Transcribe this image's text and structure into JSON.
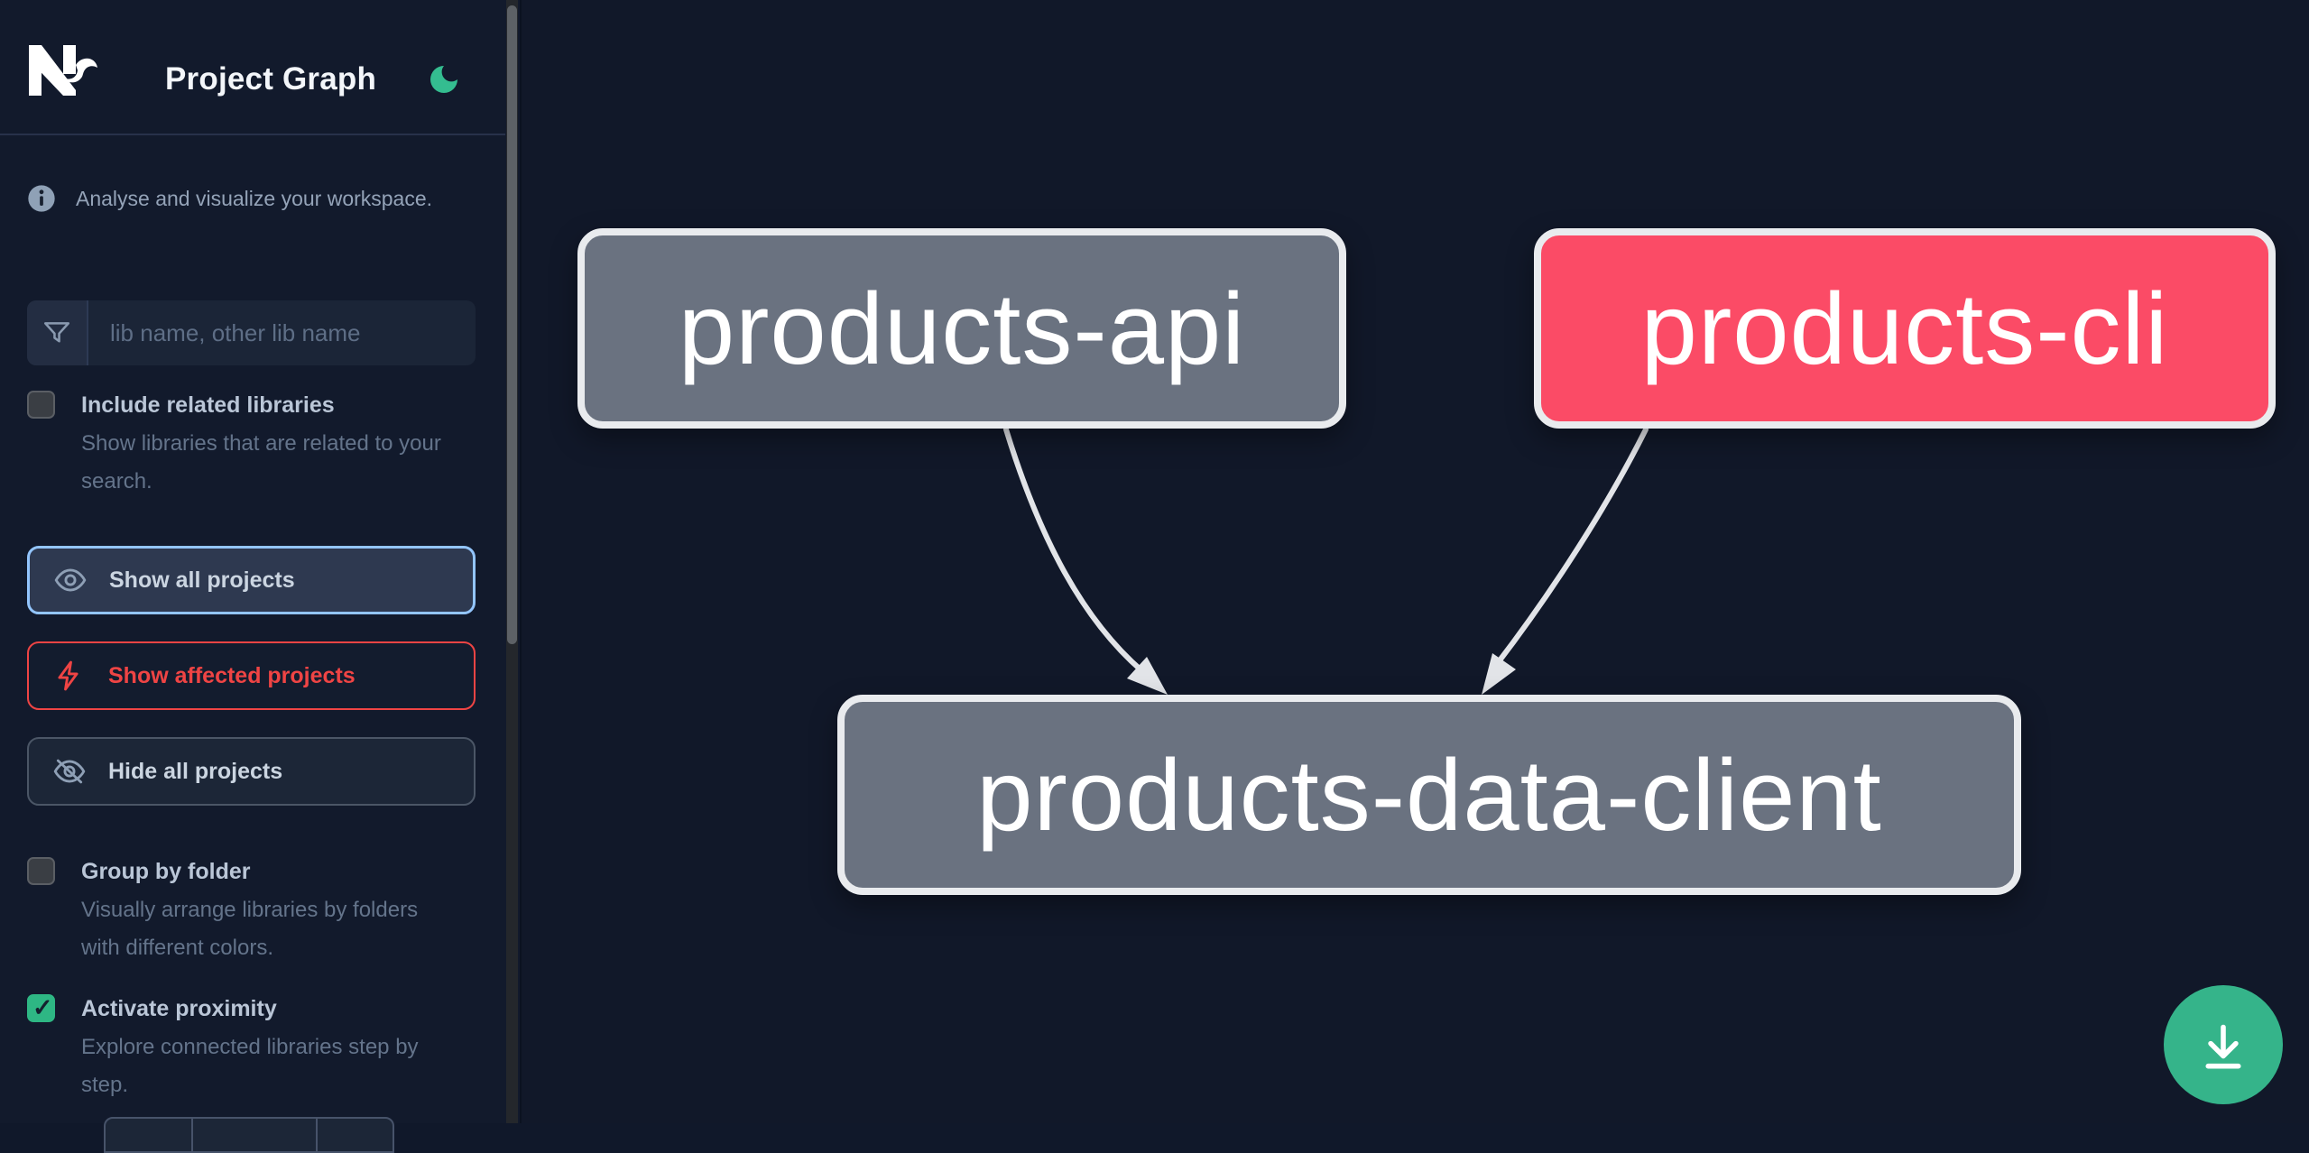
{
  "header": {
    "logo_text": "Nx",
    "title": "Project Graph"
  },
  "sidebar": {
    "tagline": "Analyse and visualize your workspace.",
    "search": {
      "placeholder": "lib name, other lib name",
      "value": ""
    },
    "related": {
      "label": "Include related libraries",
      "description": "Show libraries that are related to your search.",
      "checked": false
    },
    "actions": {
      "show_all": "Show all projects",
      "show_affected": "Show affected projects",
      "hide_all": "Hide all projects"
    },
    "group_by_folder": {
      "label": "Group by folder",
      "description": "Visually arrange libraries by folders with different colors.",
      "checked": false
    },
    "proximity": {
      "label": "Activate proximity",
      "description": "Explore connected libraries step by step.",
      "checked": true
    }
  },
  "graph": {
    "nodes": [
      {
        "label": "products-api",
        "state": "normal"
      },
      {
        "label": "products-cli",
        "state": "affected"
      },
      {
        "label": "products-data-client",
        "state": "normal"
      }
    ],
    "edges": [
      {
        "source": "products-api",
        "target": "products-data-client"
      },
      {
        "source": "products-cli",
        "target": "products-data-client"
      }
    ]
  },
  "colors": {
    "background": "#111829",
    "accent_green": "#34bd90",
    "affected_pink": "#fb4b66",
    "node_gray": "#6a7280",
    "focus_blue": "#93c5fd",
    "alert_red": "#ef4444",
    "edge_gray": "#e2e4e8"
  }
}
